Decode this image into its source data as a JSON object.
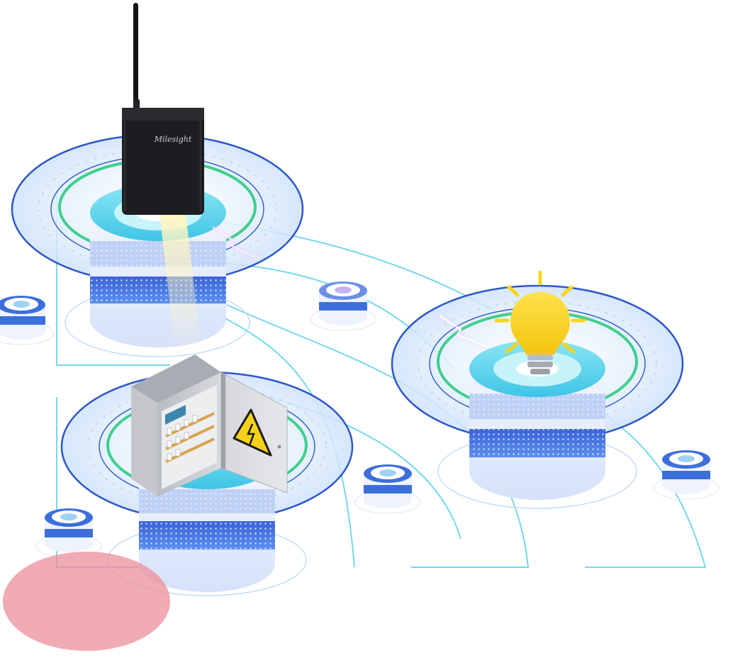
{
  "gateway": {
    "brand_logo": "Milesight",
    "icon": "gateway-router-icon"
  },
  "nodes": [
    {
      "id": "gateway-platform",
      "device": "iot-gateway"
    },
    {
      "id": "lamp-platform",
      "device": "light-bulb"
    },
    {
      "id": "cabinet-platform",
      "device": "electrical-cabinet"
    }
  ],
  "icons": {
    "lamp": "light-bulb-icon",
    "cabinet": "electrical-cabinet-icon",
    "hazard": "high-voltage-warning-icon",
    "antenna": "antenna-icon"
  },
  "colors": {
    "ring_blue": "#2c57c9",
    "ring_green": "#3fcf8e",
    "cyan": "#4fd4ea",
    "platform_blue": "#3d6fdc",
    "bulb_yellow": "#f7d41c",
    "warning_yellow": "#f6d11a",
    "marker_pink": "#ec8f9b",
    "device_black": "#1c1d20",
    "cabinet_gray": "#c9cbcf"
  }
}
